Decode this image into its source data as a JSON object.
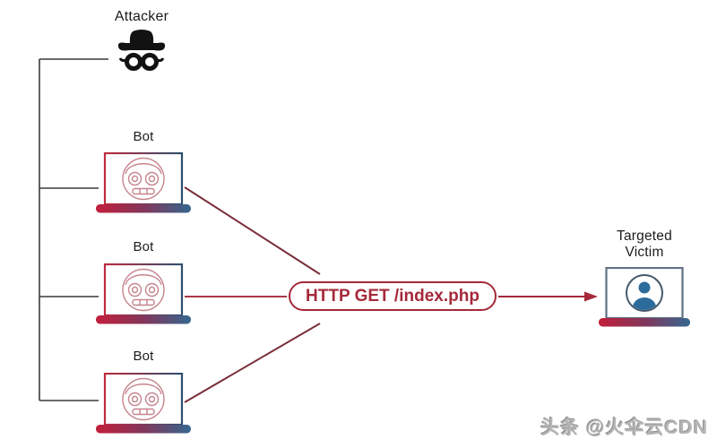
{
  "diagram": {
    "attacker": {
      "label": "Attacker"
    },
    "bots": [
      {
        "label": "Bot"
      },
      {
        "label": "Bot"
      },
      {
        "label": "Bot"
      }
    ],
    "request": {
      "label": "HTTP GET /index.php"
    },
    "victim": {
      "label": "Targeted Victim"
    },
    "watermark": {
      "text": "头条 @火伞云CDN"
    },
    "colors": {
      "accent_red": "#a5293a",
      "flow_line_dark": "#7a2e3a",
      "flow_line_red": "#aa3744",
      "tree_line": "#3a3a3a",
      "laptop_gradient_left": "#c22740",
      "laptop_gradient_right": "#35678f",
      "robot_face_outline": "#c5848c",
      "victim_blue": "#2c6c9c",
      "victim_frame": "#5f7183",
      "attacker_icon": "#121212",
      "label_text": "#1c1c1c",
      "watermark_gray": "#b5b5b5",
      "background": "#ffffff"
    }
  }
}
